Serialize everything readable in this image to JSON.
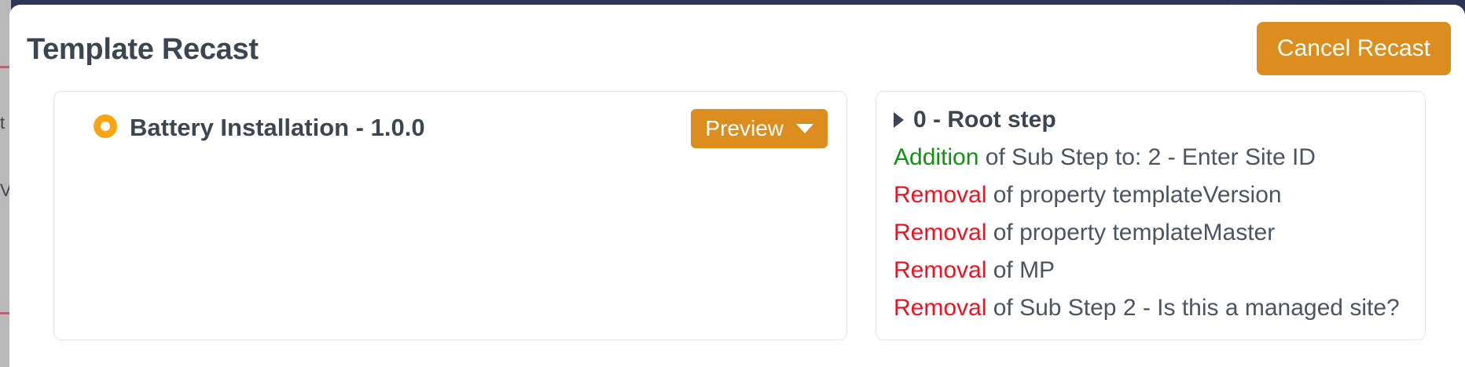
{
  "header": {
    "title": "Template Recast",
    "cancel_label": "Cancel Recast"
  },
  "template_card": {
    "radio_icon": "radio-selected-icon",
    "name": "Battery Installation - 1.0.0",
    "preview_label": "Preview",
    "preview_caret_icon": "chevron-down-icon"
  },
  "changes_panel": {
    "root_step": {
      "caret_icon": "triangle-right-icon",
      "label": "0 - Root step"
    },
    "items": [
      {
        "tag": "Addition",
        "tag_type": "addition",
        "rest": " of Sub Step to: 2 - Enter Site ID"
      },
      {
        "tag": "Removal",
        "tag_type": "removal",
        "rest": " of property templateVersion"
      },
      {
        "tag": "Removal",
        "tag_type": "removal",
        "rest": " of property templateMaster"
      },
      {
        "tag": "Removal",
        "tag_type": "removal",
        "rest": " of MP"
      },
      {
        "tag": "Removal",
        "tag_type": "removal",
        "rest": " of Sub Step 2 - Is this a managed site?"
      }
    ]
  },
  "colors": {
    "accent_orange": "#dd8d1e",
    "icon_orange": "#fca311",
    "addition_green": "#0f9310",
    "removal_red": "#fc0d1b",
    "text_slate": "#3c4652",
    "backdrop_navy": "#2c3659"
  }
}
